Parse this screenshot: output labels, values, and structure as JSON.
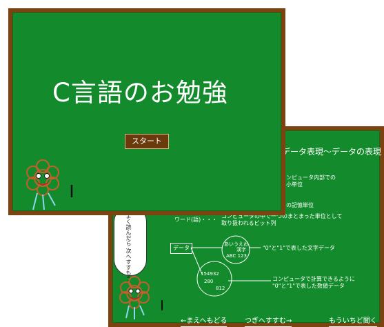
{
  "front": {
    "title": "C言語のお勉強",
    "start_button": "スタート"
  },
  "back": {
    "title": "データ表現～データの表現",
    "line1": "ンピュータ内部での",
    "line2": "小単位",
    "line3": "の記憶単位",
    "word_label": "ワード(語)・・・",
    "word_desc1": "コンピュータの中で一つのまとまった単位として",
    "word_desc2": "取り扱われるビット列",
    "data_box": "データ",
    "circle1_text1": "あいうえお",
    "circle1_text2": "漢字",
    "circle1_text3": "ABC 123",
    "circle2_text1": "154932",
    "circle2_text2": "280",
    "circle2_text3": "812",
    "text_data": "\"0\"と\"1\"で表した文字データ",
    "num_data1": "コンピュータで計算できるように",
    "num_data2": "\"0\"と\"1\"で表した数値データ",
    "bubble": "よく読んだら 次へすすもう",
    "nav_back": "←まえへもどる",
    "nav_next": "つぎへすすむ→",
    "nav_again": "もういちど聞く"
  },
  "colors": {
    "board_green": "#138b2c",
    "frame_brown": "#7a4310",
    "button_brown": "#6b3a0c"
  }
}
